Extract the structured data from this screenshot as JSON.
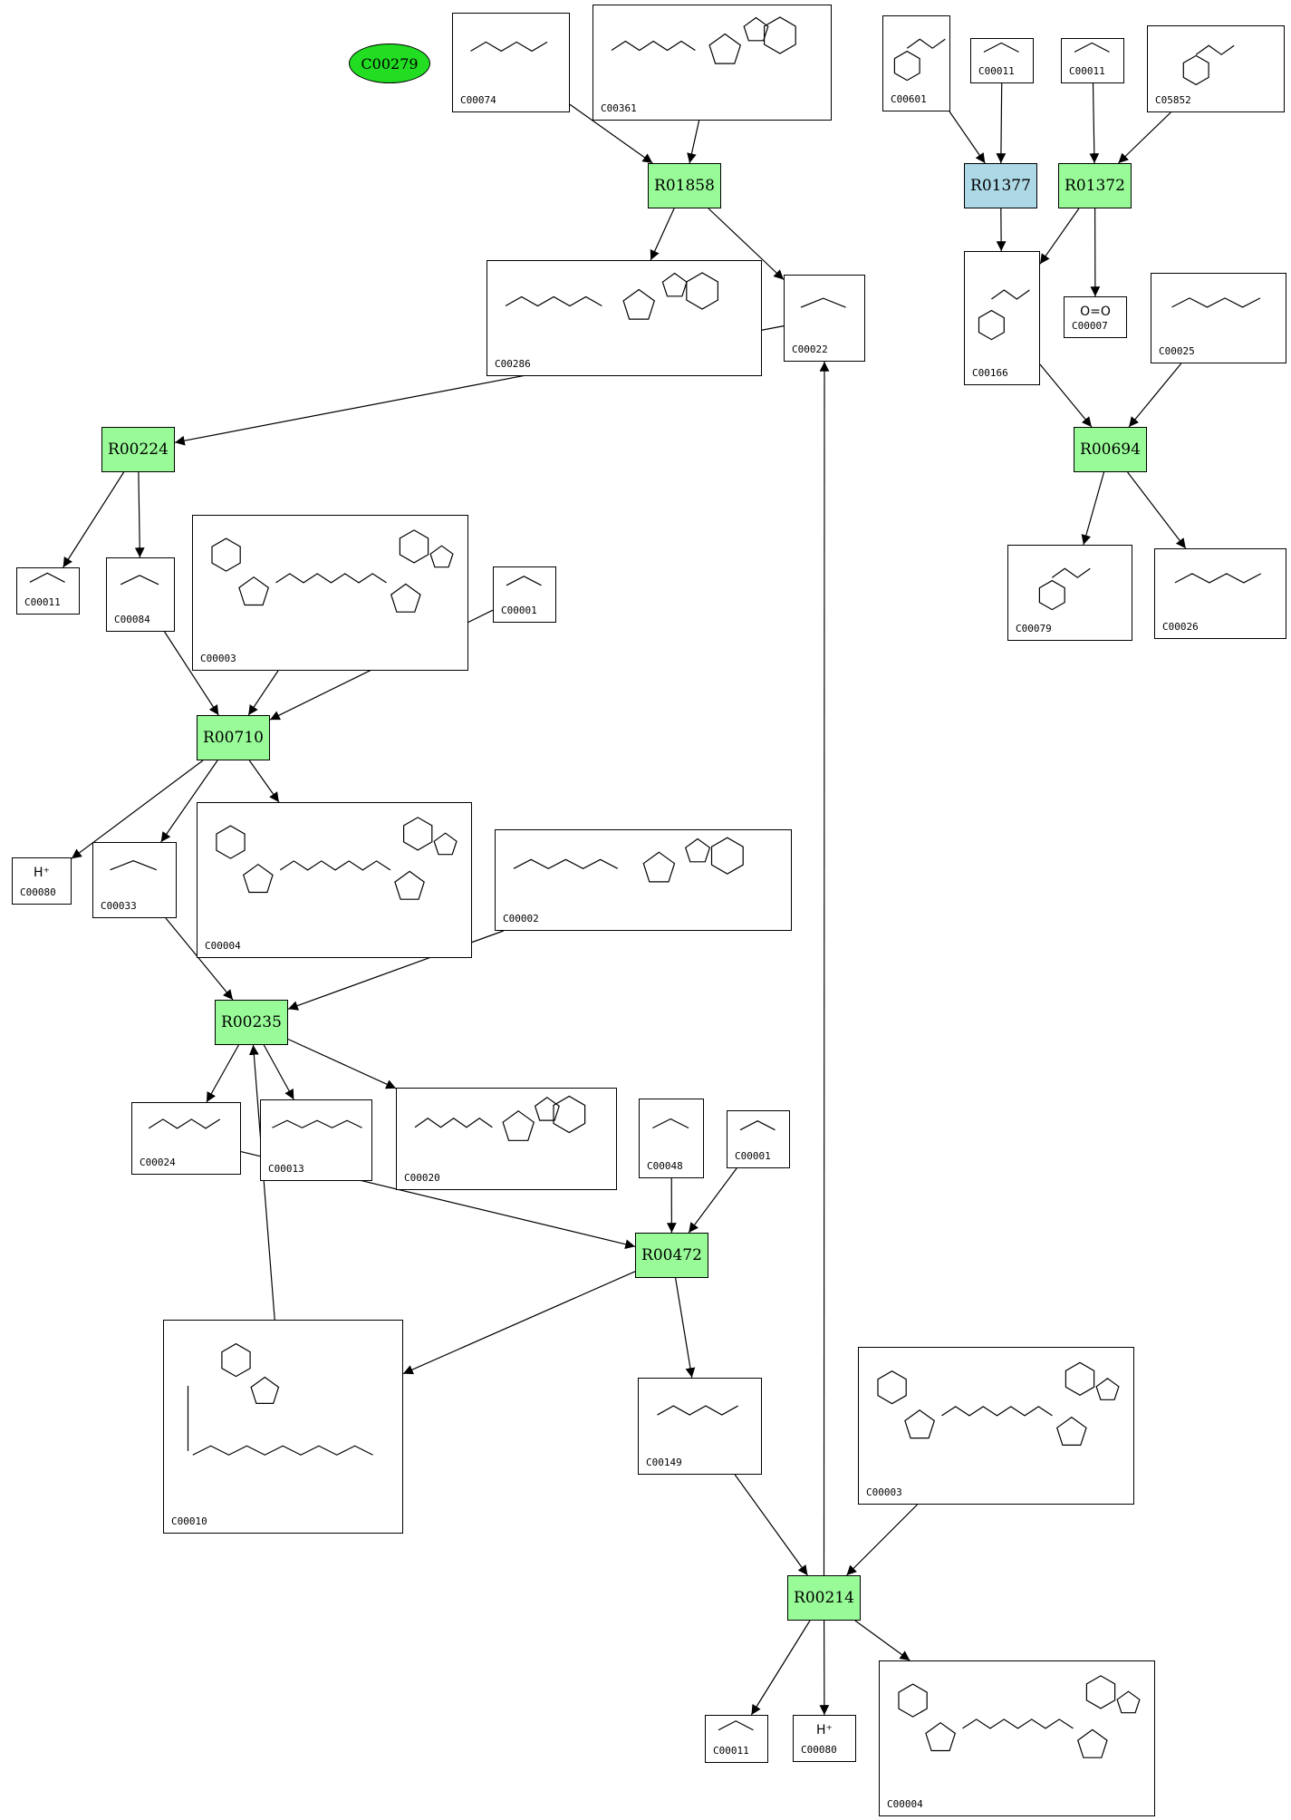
{
  "colors": {
    "reaction_fill": "#98fb98",
    "reaction_alt_fill": "#add8e6",
    "highlight_fill": "#22dd22",
    "edge": "#000000"
  },
  "highlight_node": {
    "id": "C00279"
  },
  "reactions": [
    {
      "id": "R01858",
      "style": "green"
    },
    {
      "id": "R01377",
      "style": "blue"
    },
    {
      "id": "R01372",
      "style": "green"
    },
    {
      "id": "R00224",
      "style": "green"
    },
    {
      "id": "R00694",
      "style": "green"
    },
    {
      "id": "R00710",
      "style": "green"
    },
    {
      "id": "R00235",
      "style": "green"
    },
    {
      "id": "R00472",
      "style": "green"
    },
    {
      "id": "R00214",
      "style": "green"
    }
  ],
  "compounds": [
    {
      "key": "c00074",
      "id": "C00074",
      "formula": ""
    },
    {
      "key": "c00361",
      "id": "C00361",
      "formula": ""
    },
    {
      "key": "c00601",
      "id": "C00601",
      "formula": ""
    },
    {
      "key": "c00011a",
      "id": "C00011",
      "formula": ""
    },
    {
      "key": "c00011b",
      "id": "C00011",
      "formula": ""
    },
    {
      "key": "c05852",
      "id": "C05852",
      "formula": ""
    },
    {
      "key": "c00286",
      "id": "C00286",
      "formula": ""
    },
    {
      "key": "c00022",
      "id": "C00022",
      "formula": ""
    },
    {
      "key": "c00166",
      "id": "C00166",
      "formula": ""
    },
    {
      "key": "c00007",
      "id": "C00007",
      "formula": "O=O"
    },
    {
      "key": "c00025",
      "id": "C00025",
      "formula": ""
    },
    {
      "key": "c00011c",
      "id": "C00011",
      "formula": ""
    },
    {
      "key": "c00084",
      "id": "C00084",
      "formula": ""
    },
    {
      "key": "c00003a",
      "id": "C00003",
      "formula": ""
    },
    {
      "key": "c00001a",
      "id": "C00001",
      "formula": ""
    },
    {
      "key": "c00079",
      "id": "C00079",
      "formula": ""
    },
    {
      "key": "c00026",
      "id": "C00026",
      "formula": ""
    },
    {
      "key": "c00080a",
      "id": "C00080",
      "formula": "H⁺"
    },
    {
      "key": "c00033",
      "id": "C00033",
      "formula": ""
    },
    {
      "key": "c00004a",
      "id": "C00004",
      "formula": ""
    },
    {
      "key": "c00002",
      "id": "C00002",
      "formula": ""
    },
    {
      "key": "c00024",
      "id": "C00024",
      "formula": ""
    },
    {
      "key": "c00013",
      "id": "C00013",
      "formula": ""
    },
    {
      "key": "c00020",
      "id": "C00020",
      "formula": ""
    },
    {
      "key": "c00048",
      "id": "C00048",
      "formula": ""
    },
    {
      "key": "c00001b",
      "id": "C00001",
      "formula": ""
    },
    {
      "key": "c00010",
      "id": "C00010",
      "formula": ""
    },
    {
      "key": "c00149",
      "id": "C00149",
      "formula": ""
    },
    {
      "key": "c00003b",
      "id": "C00003",
      "formula": ""
    },
    {
      "key": "c00011d",
      "id": "C00011",
      "formula": ""
    },
    {
      "key": "c00080b",
      "id": "C00080",
      "formula": "H⁺"
    },
    {
      "key": "c00004b",
      "id": "C00004",
      "formula": ""
    }
  ],
  "edges": [
    [
      "c00074",
      "R01858"
    ],
    [
      "c00361",
      "R01858"
    ],
    [
      "R01858",
      "c00286"
    ],
    [
      "R01858",
      "c00022"
    ],
    [
      "c00601",
      "R01377"
    ],
    [
      "c00011a",
      "R01377"
    ],
    [
      "R01377",
      "c00166"
    ],
    [
      "c00011b",
      "R01372"
    ],
    [
      "c05852",
      "R01372"
    ],
    [
      "R01372",
      "c00166"
    ],
    [
      "R01372",
      "c00007"
    ],
    [
      "c00166",
      "R00694"
    ],
    [
      "c00025",
      "R00694"
    ],
    [
      "R00694",
      "c00079"
    ],
    [
      "R00694",
      "c00026"
    ],
    [
      "c00022",
      "R00224"
    ],
    [
      "R00224",
      "c00011c"
    ],
    [
      "R00224",
      "c00084"
    ],
    [
      "c00084",
      "R00710"
    ],
    [
      "c00003a",
      "R00710"
    ],
    [
      "c00001a",
      "R00710"
    ],
    [
      "R00710",
      "c00080a"
    ],
    [
      "R00710",
      "c00033"
    ],
    [
      "R00710",
      "c00004a"
    ],
    [
      "c00033",
      "R00235"
    ],
    [
      "c00002",
      "R00235"
    ],
    [
      "c00010",
      "R00235"
    ],
    [
      "R00235",
      "c00024"
    ],
    [
      "R00235",
      "c00013"
    ],
    [
      "R00235",
      "c00020"
    ],
    [
      "c00024",
      "R00472"
    ],
    [
      "c00048",
      "R00472"
    ],
    [
      "c00001b",
      "R00472"
    ],
    [
      "R00472",
      "c00010"
    ],
    [
      "R00472",
      "c00149"
    ],
    [
      "c00149",
      "R00214"
    ],
    [
      "c00003b",
      "R00214"
    ],
    [
      "R00214",
      "c00011d"
    ],
    [
      "R00214",
      "c00080b"
    ],
    [
      "R00214",
      "c00004b"
    ],
    [
      "R00214",
      "c00022"
    ]
  ]
}
